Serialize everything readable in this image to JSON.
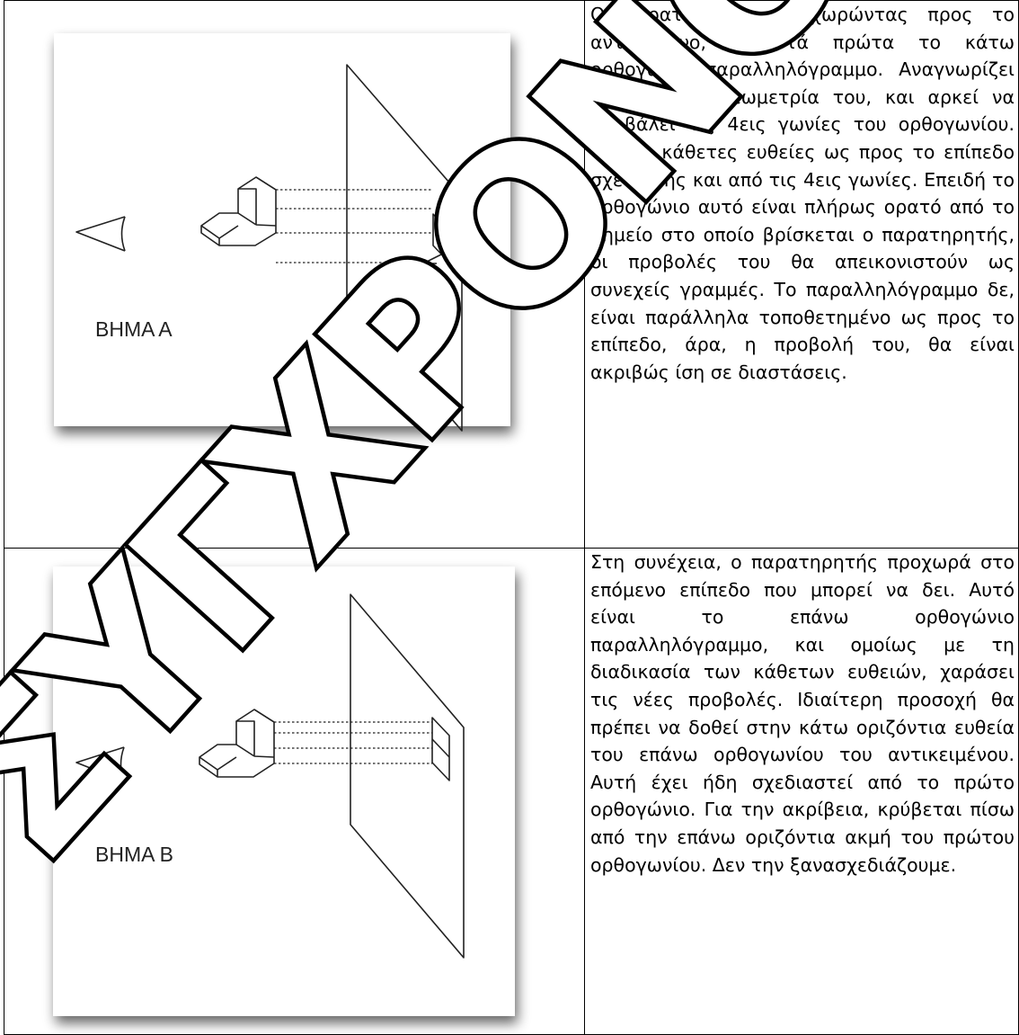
{
  "rows": [
    {
      "figure": {
        "label": "ΒΗΜΑ Α"
      },
      "text": "Ο παρατηρητής, προχωρώντας προς το αντικείμενο, συναντά πρώτα το κάτω ορθογώνιο παραλληλόγραμμο. Αναγνωρίζει γρήγορα τη γεωμετρία του, και αρκεί να προβάλει τις 4εις γωνίες του ορθογωνίου. Φέρνει κάθετες ευθείες ως προς το επίπεδο σχεδίασης και από τις 4εις γωνίες. Επειδή το ορθογώνιο αυτό είναι πλήρως ορατό από το σημείο στο οποίο βρίσκεται ο παρατηρητής, οι προβολές του θα απεικονιστούν ως συνεχείς γραμμές. Το παραλληλόγραμμο δε, είναι παράλληλα τοποθετημένο ως προς το επίπεδο, άρα, η προβολή του, θα είναι ακριβώς ίση σε διαστάσεις."
    },
    {
      "figure": {
        "label": "ΒΗΜΑ Β"
      },
      "text": "Στη συνέχεια, ο παρατηρητής προχωρά στο επόμενο επίπεδο που μπορεί να δει. Αυτό είναι το επάνω ορθογώνιο παραλληλόγραμμο, και ομοίως με τη διαδικασία των κάθετων ευθειών, χαράσει τις νέες προβολές. Ιδιαίτερη προσοχή θα πρέπει να δοθεί στην κάτω οριζόντια ευθεία του επάνω ορθογωνίου του αντικειμένου. Αυτή έχει ήδη σχεδιαστεί από το πρώτο ορθογώνιο. Για την ακρίβεια, κρύβεται πίσω από την επάνω οριζόντια ακμή του πρώτου ορθογωνίου. Δεν την ξανασχεδιάζουμε."
    }
  ],
  "watermark": "ΣΥΓΧΡΟΝΟ ΣΧΕΔΙΟ"
}
